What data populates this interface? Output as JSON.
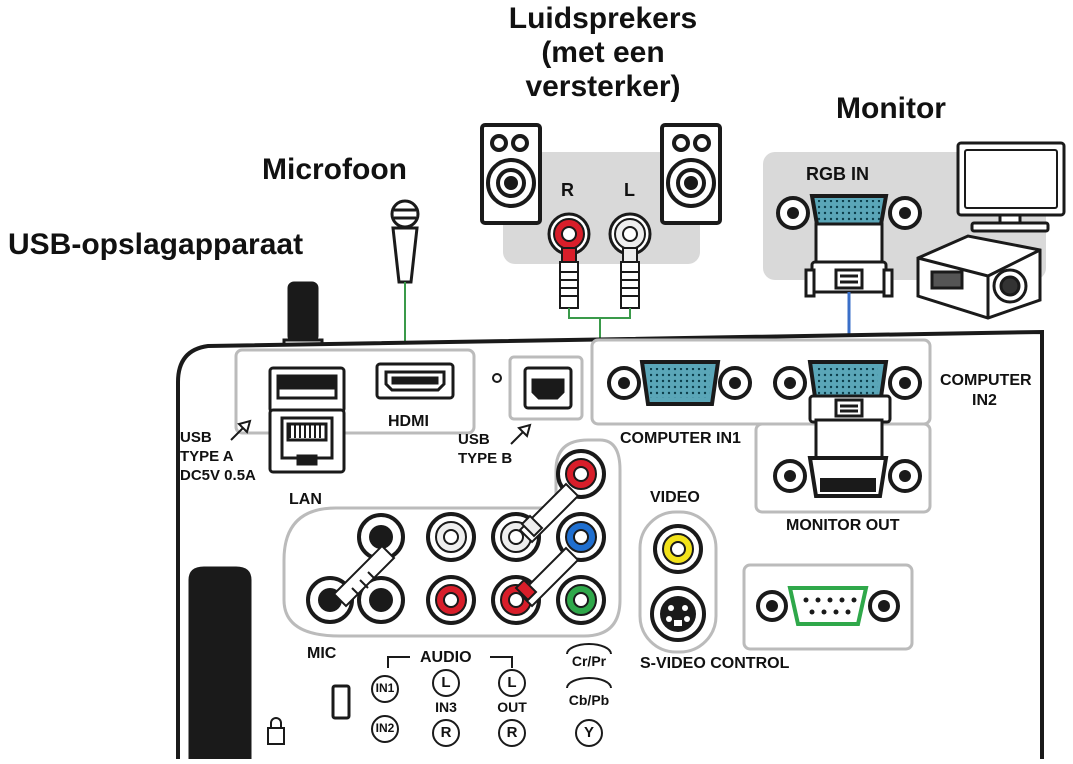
{
  "titles": {
    "speakers": [
      "Luidsprekers",
      "(met een",
      "versterker)"
    ],
    "monitor": "Monitor",
    "microphone": "Microfoon",
    "usb_storage": "USB-opslagapparaat"
  },
  "speaker_jacks": {
    "right": "R",
    "left": "L"
  },
  "monitor_panel": {
    "rgb_in": "RGB IN"
  },
  "ports": {
    "usb_type_a": [
      "USB",
      "TYPE A",
      "DC5V 0.5A"
    ],
    "lan": "LAN",
    "hdmi": "HDMI",
    "usb_type_b": [
      "USB",
      "TYPE B"
    ],
    "computer_in1": "COMPUTER IN1",
    "computer_in2": [
      "COMPUTER",
      "IN2"
    ],
    "monitor_out": "MONITOR OUT",
    "video": "VIDEO",
    "svideo_control": "S-VIDEO CONTROL",
    "mic": "MIC",
    "audio": "AUDIO",
    "in1": "IN1",
    "in2": "IN2",
    "in3": "IN3",
    "out": "OUT",
    "l": "L",
    "r": "R",
    "cr_pr": "Cr/Pr",
    "cb_pb": "Cb/Pb",
    "y": "Y"
  },
  "colors": {
    "outline": "#1a1a1a",
    "panel_gray": "#d9d9d9",
    "cable_green": "#3a9a4a",
    "cable_blue": "#3a6fc8",
    "jack_red": "#d81e2a",
    "jack_yellow": "#f2e21a",
    "jack_green": "#2fa84a",
    "jack_blue": "#1f6fd0",
    "vga_teal": "#5aa6b8"
  }
}
